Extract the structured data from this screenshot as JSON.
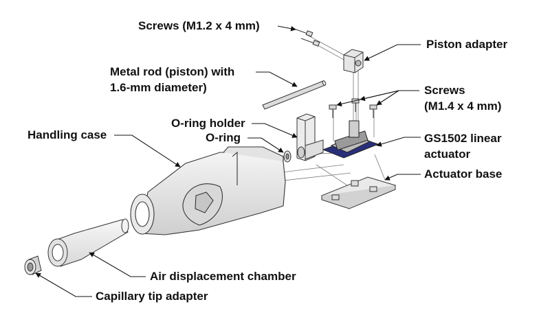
{
  "labels": {
    "screws_small": "Screws (M1.2 x 4 mm)",
    "piston_adapter": "Piston adapter",
    "metal_rod_line1": "Metal rod (piston) with",
    "metal_rod_line2": "1.6-mm diameter)",
    "screws_large_line1": "Screws",
    "screws_large_line2": "(M1.4 x 4 mm)",
    "oring_holder": "O-ring holder",
    "oring": "O-ring",
    "handling_case": "Handling case",
    "actuator_line1": "GS1502 linear",
    "actuator_line2": "actuator",
    "actuator_base": "Actuator base",
    "air_chamber": "Air displacement chamber",
    "capillary_adapter": "Capillary tip adapter"
  },
  "colors": {
    "part_fill": "#ececec",
    "part_shade": "#cfcfcf",
    "outline": "#333333",
    "actuator_blue": "#2a2f7a"
  }
}
